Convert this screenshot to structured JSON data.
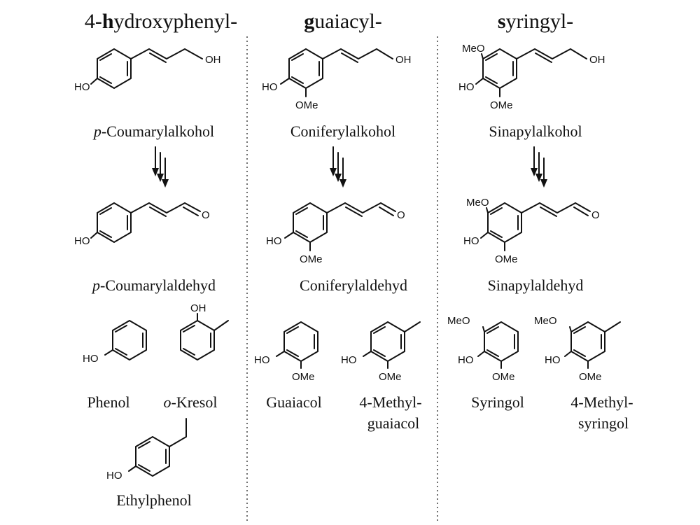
{
  "columns": [
    {
      "key": "h",
      "header_bold": "h",
      "header_pre": "4-",
      "header_post": "ydroxyphenyl-",
      "alcohol": {
        "prefix": "p",
        "name": "-Coumarylalkohol",
        "oh": "OH",
        "ho": "HO"
      },
      "aldehyde": {
        "prefix": "p",
        "name": "-Coumarylaldehyd",
        "o": "O",
        "ho": "HO"
      },
      "products": [
        {
          "name": "Phenol",
          "ho": "HO"
        },
        {
          "prefix": "o",
          "name": "-Kresol",
          "oh": "OH"
        },
        {
          "name": "Ethylphenol",
          "ho": "HO"
        }
      ]
    },
    {
      "key": "g",
      "header_bold": "g",
      "header_pre": "",
      "header_post": "uaiacyl-",
      "alcohol": {
        "name": "Coniferylalkohol",
        "oh": "OH",
        "ho": "HO",
        "ome": "OMe"
      },
      "aldehyde": {
        "name": "Coniferylaldehyd",
        "o": "O",
        "ho": "HO",
        "ome": "OMe"
      },
      "products": [
        {
          "name": "Guaiacol",
          "ho": "HO",
          "ome": "OMe"
        },
        {
          "name_line1": "4-Methyl-",
          "name_line2": "guaiacol",
          "ho": "HO",
          "ome": "OMe"
        }
      ]
    },
    {
      "key": "s",
      "header_bold": "s",
      "header_pre": "",
      "header_post": "yringyl-",
      "alcohol": {
        "name": "Sinapylalkohol",
        "oh": "OH",
        "ho": "HO",
        "ome_top": "MeO",
        "ome": "OMe"
      },
      "aldehyde": {
        "name": "Sinapylaldehyd",
        "o": "O",
        "ho": "HO",
        "ome_top": "MeO",
        "ome": "OMe"
      },
      "products": [
        {
          "name": "Syringol",
          "ho": "HO",
          "ome_top": "MeO",
          "ome": "OMe"
        },
        {
          "name_line1": "4-Methyl-",
          "name_line2": "syringol",
          "ho": "HO",
          "ome_top": "MeO",
          "ome": "OMe"
        }
      ]
    }
  ]
}
